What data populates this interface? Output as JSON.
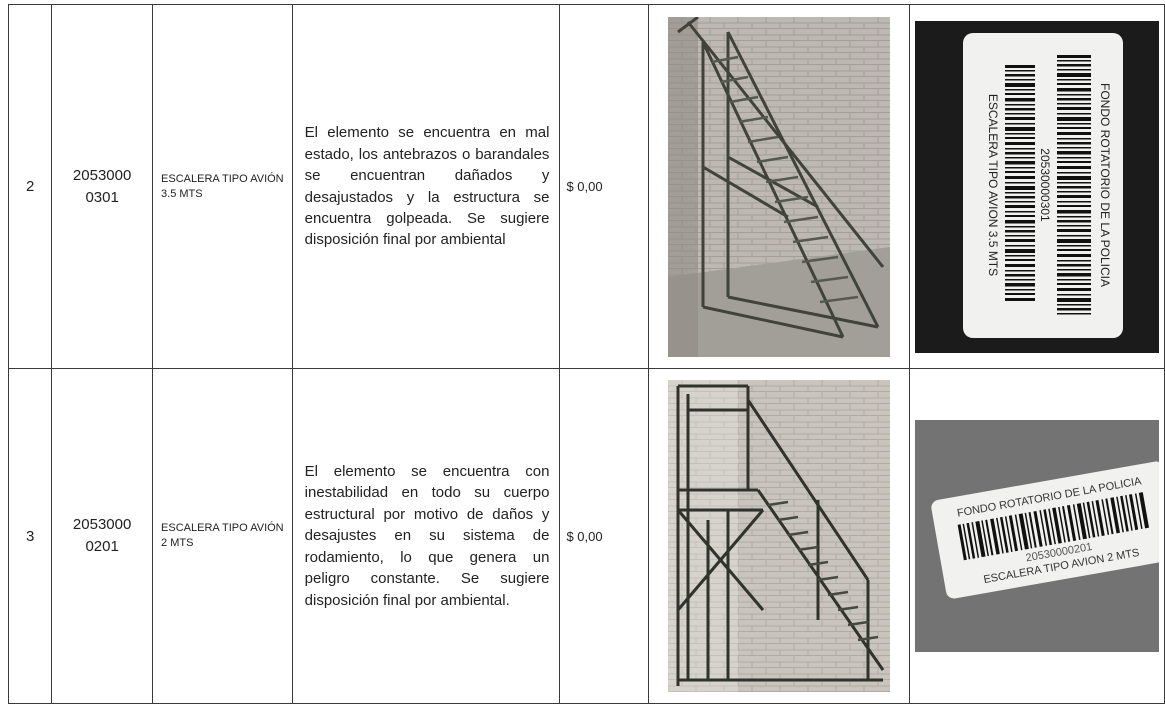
{
  "rows": [
    {
      "num": "2",
      "code_line1": "2053000",
      "code_line2": "0301",
      "name": "ESCALERA TIPO AVIÓN 3.5 MTS",
      "description": "El elemento se encuentra en mal estado, los antebrazos o barandales se encuentran dañados y desajustados y la estructura se encuentra golpeada. Se sugiere disposición final por ambiental",
      "price": "$ 0,00",
      "label": {
        "org": "FONDO ROTATORIO DE LA POLICIA",
        "code": "20530000301",
        "name": "ESCALERA TIPO AVION 3.5 MTS"
      }
    },
    {
      "num": "3",
      "code_line1": "2053000",
      "code_line2": "0201",
      "name": "ESCALERA TIPO AVIÓN 2 MTS",
      "description": "El elemento se encuentra con inestabilidad en todo su cuerpo estructural por motivo de daños y desajustes en su sistema de rodamiento, lo que genera un peligro constante. Se sugiere disposición final por ambiental.",
      "price": "$ 0,00",
      "label": {
        "org": "FONDO ROTATORIO DE LA POLICIA",
        "code": "20530000201",
        "name": "ESCALERA TIPO AVION 2 MTS"
      }
    }
  ],
  "colors": {
    "border": "#3a3a3a",
    "brick": "#b9b4ad",
    "floor": "#a09c96",
    "steel": "#3f433b",
    "label_bg_dark": "#1b1b1b",
    "label_bg_gray": "#7f7f7f",
    "sticker": "#f1f1ef"
  }
}
